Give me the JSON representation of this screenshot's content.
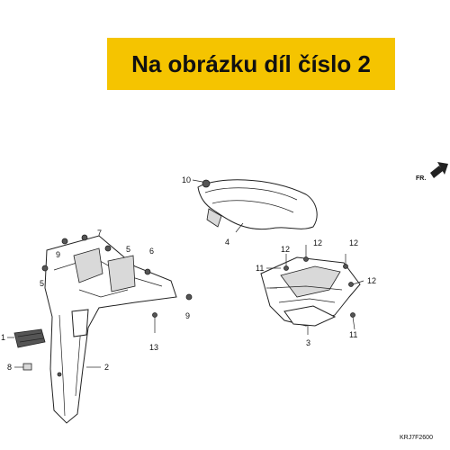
{
  "banner": {
    "text": "Na obrázku díl číslo 2",
    "background": "#f5c400"
  },
  "diagram": {
    "direction_label": "FR.",
    "code": "KRJ7F2600",
    "callouts": [
      "1",
      "2",
      "3",
      "4",
      "5",
      "5",
      "6",
      "7",
      "8",
      "9",
      "9",
      "10",
      "11",
      "11",
      "12",
      "12",
      "12",
      "12",
      "13"
    ]
  }
}
